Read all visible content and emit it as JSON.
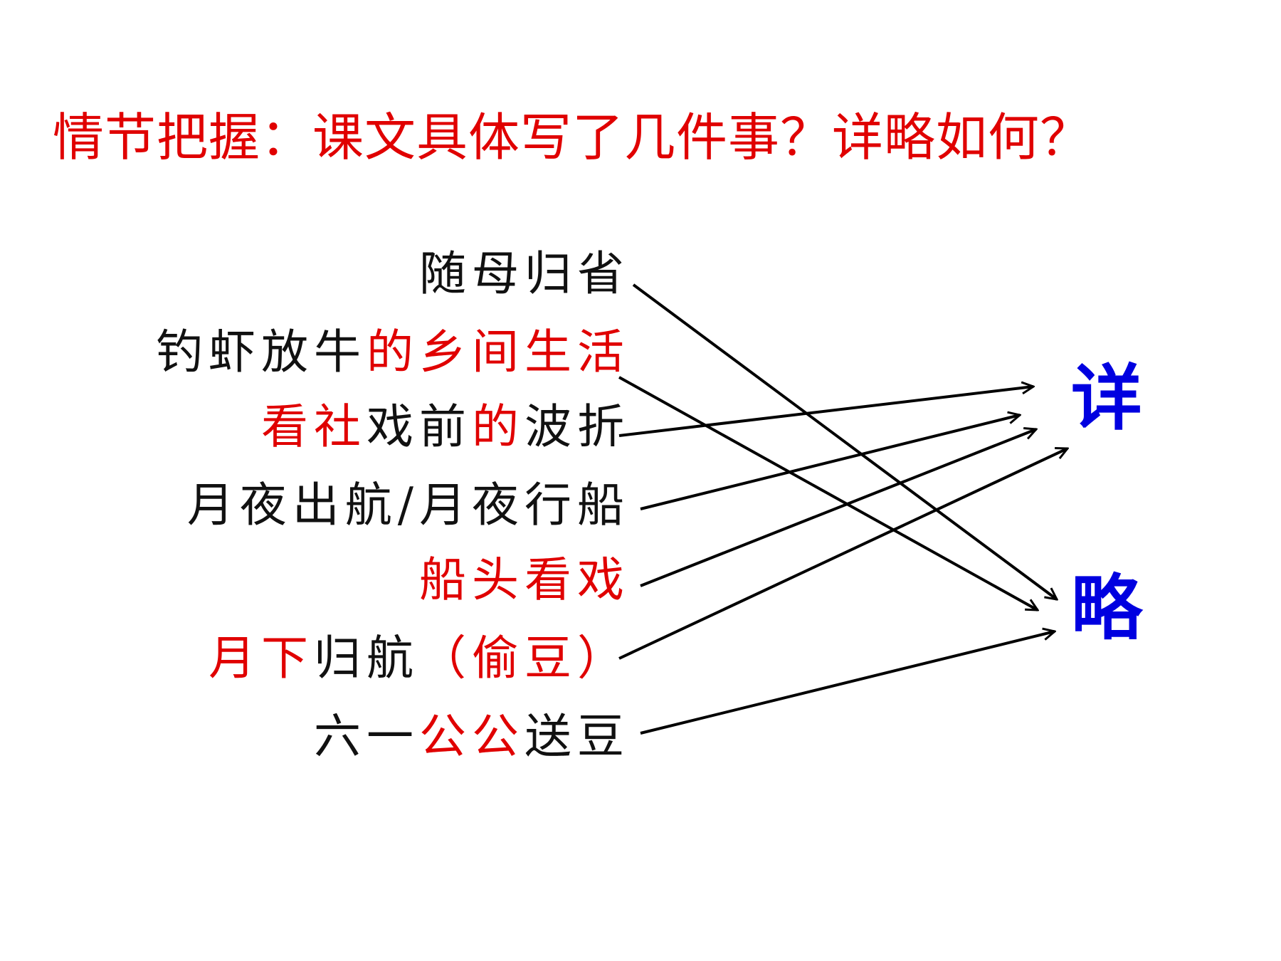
{
  "title": "情节把握：课文具体写了几件事？详略如何？",
  "colors": {
    "title": "#e00000",
    "highlight": "#e00000",
    "normal": "#111111",
    "detail_label": "#0000e0",
    "brief_label": "#0000e0",
    "arrow": "#000000"
  },
  "labels": {
    "detail": "详",
    "brief": "略"
  },
  "events": [
    {
      "segments": [
        {
          "text": "随母归省",
          "hl": false
        }
      ],
      "target": "brief"
    },
    {
      "segments": [
        {
          "text": "钓虾放牛",
          "hl": false
        },
        {
          "text": "的乡间生活",
          "hl": true
        }
      ],
      "target": "brief"
    },
    {
      "segments": [
        {
          "text": "看社",
          "hl": true
        },
        {
          "text": "戏前",
          "hl": false
        },
        {
          "text": "的",
          "hl": true
        },
        {
          "text": "波折",
          "hl": false
        }
      ],
      "target": "detail"
    },
    {
      "segments": [
        {
          "text": "月夜出航/月夜行船",
          "hl": false
        }
      ],
      "target": "detail"
    },
    {
      "segments": [
        {
          "text": "船头看戏",
          "hl": true
        }
      ],
      "target": "detail"
    },
    {
      "segments": [
        {
          "text": "月下",
          "hl": true
        },
        {
          "text": "归航",
          "hl": false
        },
        {
          "text": "（偷豆）",
          "hl": true
        }
      ],
      "target": "detail"
    },
    {
      "segments": [
        {
          "text": "六一",
          "hl": false
        },
        {
          "text": "公公",
          "hl": true
        },
        {
          "text": "送豆",
          "hl": false
        }
      ],
      "target": "brief"
    }
  ]
}
